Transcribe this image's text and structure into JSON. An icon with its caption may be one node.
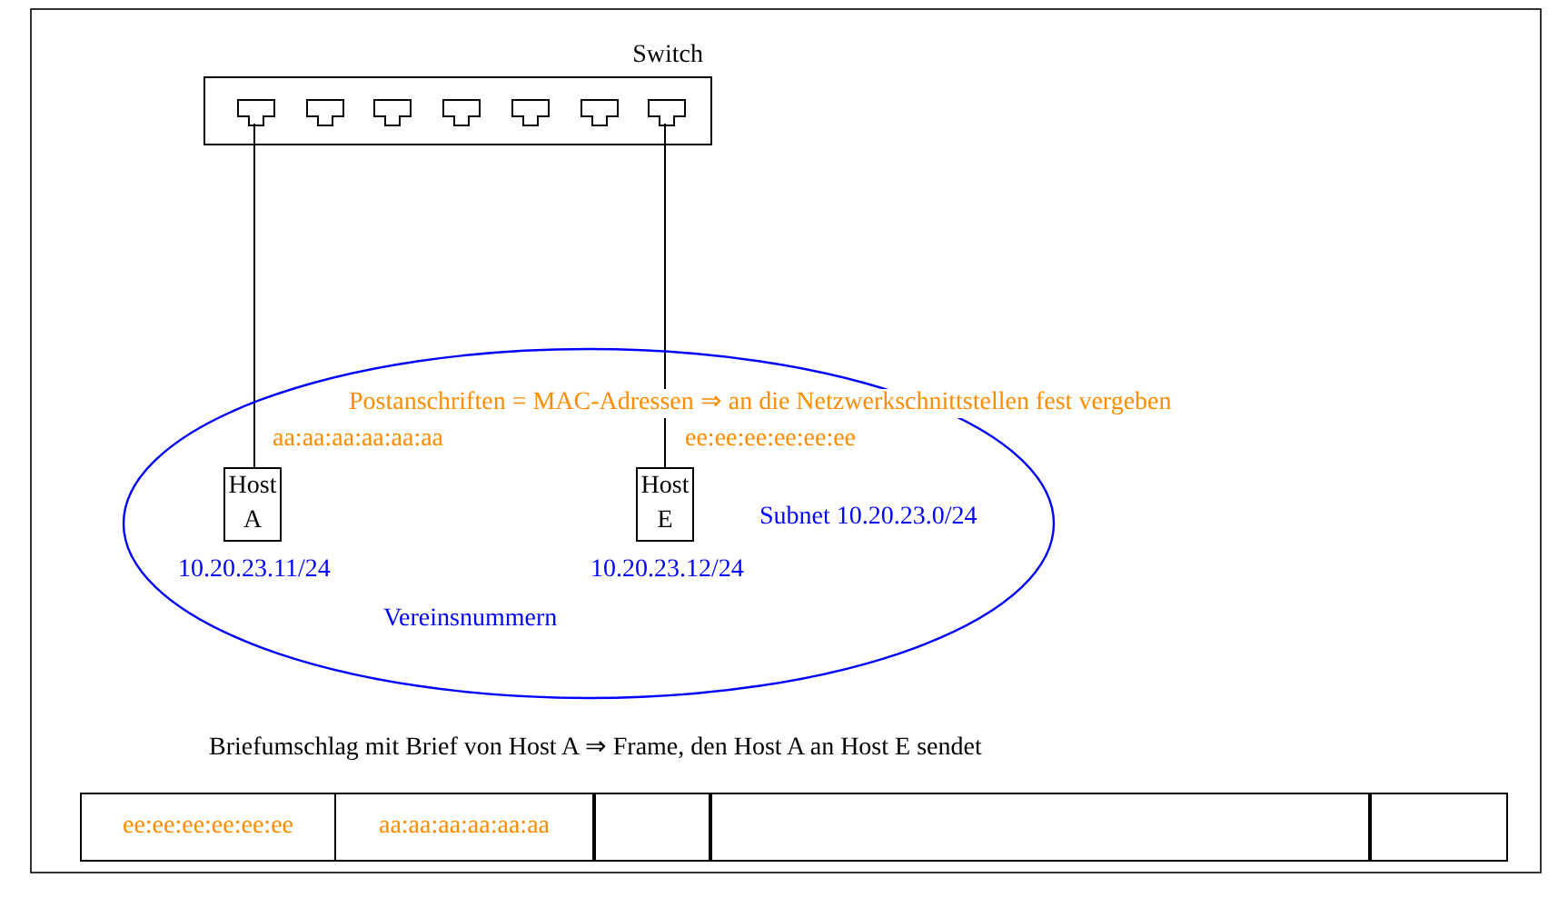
{
  "diagram": {
    "nodes": [
      {
        "text": [
          "Switch"
        ]
      },
      {
        "text": [
          "Subnet 10.20.23.0/24"
        ]
      },
      {
        "text": [
          "Host A"
        ],
        "in": 1,
        "beside": [
          "aa:aa:aa:aa:aa:aa",
          "10.20.23.11/24"
        ]
      },
      {
        "text": [
          "Host E"
        ],
        "in": 1,
        "beside": [
          "ee:ee:ee:ee:ee:ee",
          "10.20.23.12/24"
        ]
      }
    ],
    "edges": [
      {
        "from": 0,
        "to": 2,
        "arrow": "none"
      },
      {
        "from": 0,
        "to": 3,
        "arrow": "none"
      }
    ],
    "labels": [
      "Postanschriften = MAC-Adressen ⇒ an die Netzwerkschnittstellen fest vergeben",
      "Vereinsnummern",
      "Briefumschlag mit Brief von Host A ⇒ Frame, den Host A an Host E sendet",
      "ee:ee:ee:ee:ee:ee",
      "aa:aa:aa:aa:aa:aa"
    ]
  }
}
